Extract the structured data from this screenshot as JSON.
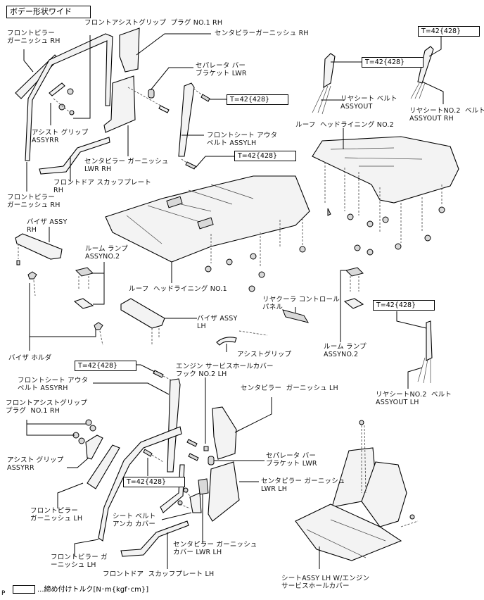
{
  "header": {
    "body_type_label": "ボデー形状ワイド"
  },
  "labels": {
    "front_assist_grip_plug_rh_top": "フロントアシストグリップ  プラグ NO.1 RH",
    "front_pillar_garnish_rh_top": "フロントピラー\nガーニッシュ RH",
    "center_pillar_garnish_rh": "センタピラーガーニッシュ RH",
    "separator_bar_bracket_lwr_top": "セパレータ バー\nブラケット LWR",
    "assist_grip_assy_rr_top": "アシスト グリップ\nASSYRR",
    "front_seat_outer_belt_lh": "フロントシート アウタ\nベルト ASSYLH",
    "center_pillar_garnish_lwr_rh": "センタピラー ガーニッシュ\nLWR RH",
    "front_door_scuff_plate_rh": "フロントドア スカッフプレート\nRH",
    "front_pillar_garnish_rh_lower": "フロントピラー\nガーニッシュ RH",
    "rear_seat_belt_assy_out": "リヤシート ベルト\nASSYOUT",
    "rear_seat_no2_belt_rh": "リヤシートNO.2  ベルト\nASSYOUT RH",
    "roof_headlining_no2": "ルーフ  ヘッドライニング NO.2",
    "visor_assy_rh": "バイザ ASSY\nRH",
    "room_lamp_assy_no2_left": "ルーム ランプ\nASSYNO.2",
    "roof_headlining_no1": "ルーフ  ヘッドライニング NO.1",
    "rear_cooler_control_panel": "リヤクーラ コントロール\nパネル",
    "visor_assy_lh": "バイザ ASSY\nLH",
    "assist_grip": "アシストグリップ",
    "room_lamp_assy_no2_right": "ルーム ランプ\nASSYNO.2",
    "rear_seat_no2_belt_lh": "リヤシートNO.2  ベルト\nASSYOUT LH",
    "visor_holder": "バイザ ホルダ",
    "engine_service_hole_cover_hook": "エンジン サービスホールカバー\nフック NO.2 LH",
    "front_seat_outer_belt_rh": "フロントシート アウタ\nベルト ASSYRH",
    "center_pillar_garnish_lh": "センタピラー  ガーニッシュ LH",
    "front_assist_grip_plug_rh_lower": "フロントアシストグリップ\nプラグ  NO.1 RH",
    "separator_bar_bracket_lwr_lower": "セパレータ バー\nブラケット LWR",
    "assist_grip_assy_rr_lower": "アシスト グリップ\nASSYRR",
    "center_pillar_garnish_lwr_lh": "センタピラー ガーニッシュ\nLWR LH",
    "front_pillar_garnish_lh": "フロントピラー\nガーニッシュ LH",
    "seat_belt_anchor_cover": "シート ベルト\nアンカ カバー",
    "center_pillar_garnish_cover_lwr_lh": "センタピラー ガーニッシュ\nカバー LWR LH",
    "front_pillar_garnish_lh_2": "フロントピラー ガ\nーニッシュ LH",
    "front_door_scuff_plate_lh": "フロントドア  スカッフプレート LH",
    "seat_assy_lh": "シートASSY LH W/エンジン\nサービスホールカバー"
  },
  "torque_specs": [
    {
      "id": "front_belt_lh_upper",
      "value": "T=42{428}"
    },
    {
      "id": "front_belt_lh_lower",
      "value": "T=42{428}"
    },
    {
      "id": "rear_belt_out",
      "value": "T=42{428}"
    },
    {
      "id": "rear_no2_belt_rh",
      "value": "T=42{428}"
    },
    {
      "id": "rear_no2_belt_lh",
      "value": "T=42{428}"
    },
    {
      "id": "front_belt_rh_upper",
      "value": "T=42{428}"
    },
    {
      "id": "front_belt_rh_lower",
      "value": "T=42{428}"
    }
  ],
  "legend": {
    "text": "...締め付けトルク[N･m{kgf･cm}]"
  },
  "footer": {
    "page_mark": "P"
  }
}
